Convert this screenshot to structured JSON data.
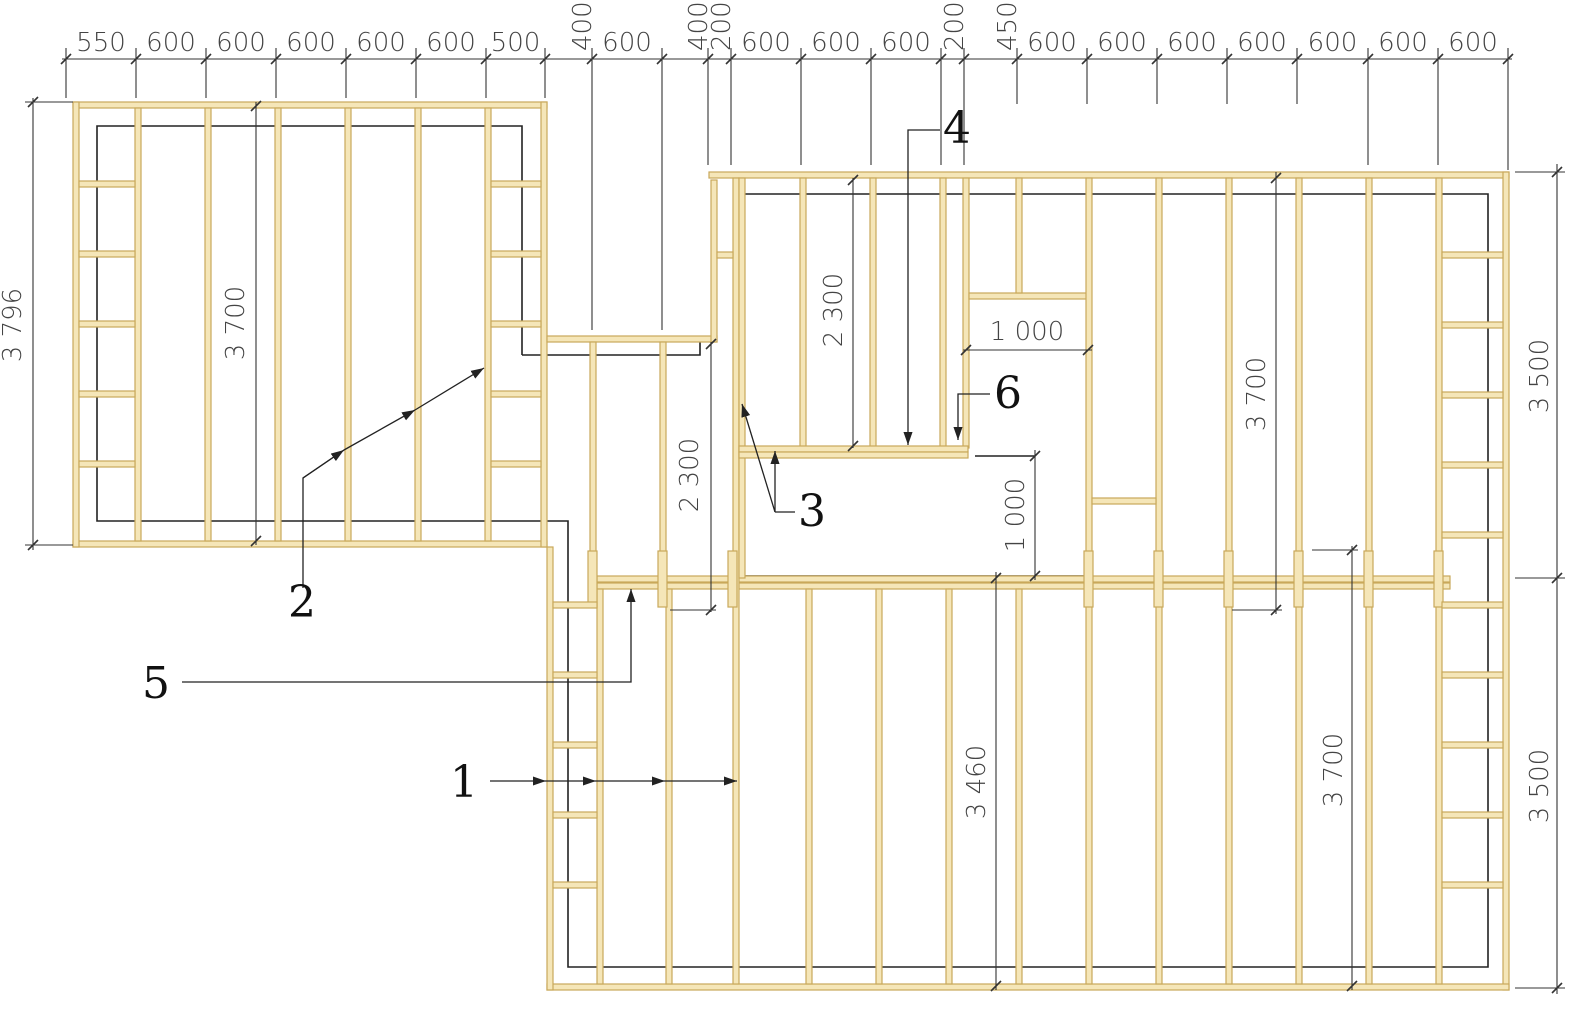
{
  "colors": {
    "wood_fill": "#f5e6b8",
    "wood_stroke": "#c9a85a",
    "line": "#222222",
    "dim_text": "#444444"
  },
  "dimensions": {
    "top_spacings": [
      "550",
      "600",
      "600",
      "600",
      "600",
      "600",
      "500",
      "400",
      "600",
      "400",
      "200",
      "600",
      "600",
      "600",
      "200",
      "450",
      "600",
      "600",
      "600",
      "600",
      "600",
      "600",
      "600"
    ],
    "left_height": "3 796",
    "right_height_upper": "3 500",
    "right_height_lower": "3 500",
    "joist_length_left": "3 700",
    "joist_length_mid_upper": "2 300",
    "joist_length_mid_lower": "2 300",
    "opening_width": "1 000",
    "opening_depth": "1 000",
    "joist_length_right_upper": "3 700",
    "joist_length_lower_mid": "3 460",
    "joist_length_lower_right": "3 700"
  },
  "callouts": {
    "c1": "1",
    "c2": "2",
    "c3": "3",
    "c4": "4",
    "c5": "5",
    "c6": "6"
  }
}
